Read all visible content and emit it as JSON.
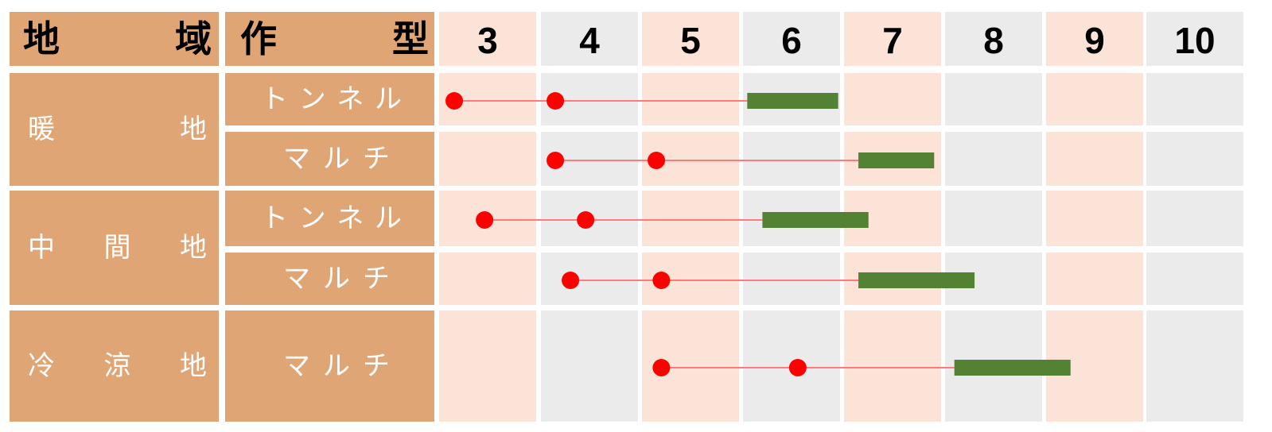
{
  "header": {
    "region_label": [
      "地",
      "域"
    ],
    "croptype_label": [
      "作",
      "型"
    ]
  },
  "chart_data": {
    "type": "gantt",
    "months": [
      "3",
      "4",
      "5",
      "6",
      "7",
      "8",
      "9",
      "10"
    ],
    "month_start": 3,
    "regions": [
      {
        "label": [
          "暖",
          "地"
        ],
        "rows": [
          0,
          1
        ]
      },
      {
        "label": [
          "中",
          "間",
          "地"
        ],
        "rows": [
          2,
          3
        ]
      },
      {
        "label": [
          "冷",
          "涼",
          "地"
        ],
        "rows": [
          4
        ]
      }
    ],
    "rows": [
      {
        "croptype": [
          "ト",
          "ン",
          "ネ",
          "ル"
        ],
        "sowing": 3.15,
        "planting": 4.15,
        "harvest_start": 6.05,
        "harvest_end": 6.95
      },
      {
        "croptype": [
          "マ",
          "ル",
          "チ"
        ],
        "sowing": 4.15,
        "planting": 5.15,
        "harvest_start": 7.15,
        "harvest_end": 7.9
      },
      {
        "croptype": [
          "ト",
          "ン",
          "ネ",
          "ル"
        ],
        "sowing": 3.45,
        "planting": 4.45,
        "harvest_start": 6.2,
        "harvest_end": 7.25
      },
      {
        "croptype": [
          "マ",
          "ル",
          "チ"
        ],
        "sowing": 4.3,
        "planting": 5.2,
        "harvest_start": 7.15,
        "harvest_end": 8.3
      },
      {
        "croptype": [
          "マ",
          "ル",
          "チ"
        ],
        "sowing": 5.2,
        "planting": 6.55,
        "harvest_start": 8.1,
        "harvest_end": 9.25
      }
    ],
    "colors": {
      "label_fill": "#e0a575",
      "col_pink": "#fbe4d7",
      "col_gray": "#ebebeb",
      "marker": "#ff0000",
      "line": "#ff7b7b",
      "harvest_bar": "#548235"
    }
  }
}
